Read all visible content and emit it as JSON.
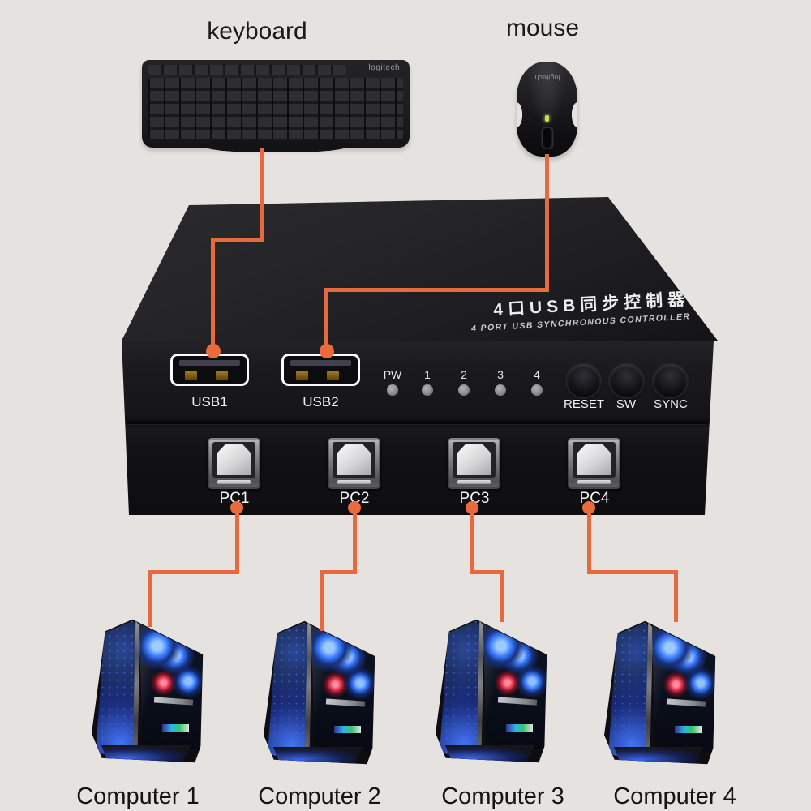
{
  "page": {
    "background": "#E6E2DF",
    "accent": "#E9693E"
  },
  "peripherals": {
    "keyboard_label": "keyboard",
    "mouse_label": "mouse",
    "brand": "logitech"
  },
  "device": {
    "title_cn": "4口USB同步控制器",
    "title_en": "4 PORT USB SYNCHRONOUS CONTROLLER",
    "usb_port_labels": [
      "USB1",
      "USB2"
    ],
    "led_labels": [
      "PW",
      "1",
      "2",
      "3",
      "4"
    ],
    "button_labels": [
      "RESET",
      "SW",
      "SYNC"
    ],
    "pc_port_labels": [
      "PC1",
      "PC2",
      "PC3",
      "PC4"
    ]
  },
  "computers": [
    {
      "label": "Computer 1"
    },
    {
      "label": "Computer 2"
    },
    {
      "label": "Computer 3"
    },
    {
      "label": "Computer 4"
    }
  ]
}
